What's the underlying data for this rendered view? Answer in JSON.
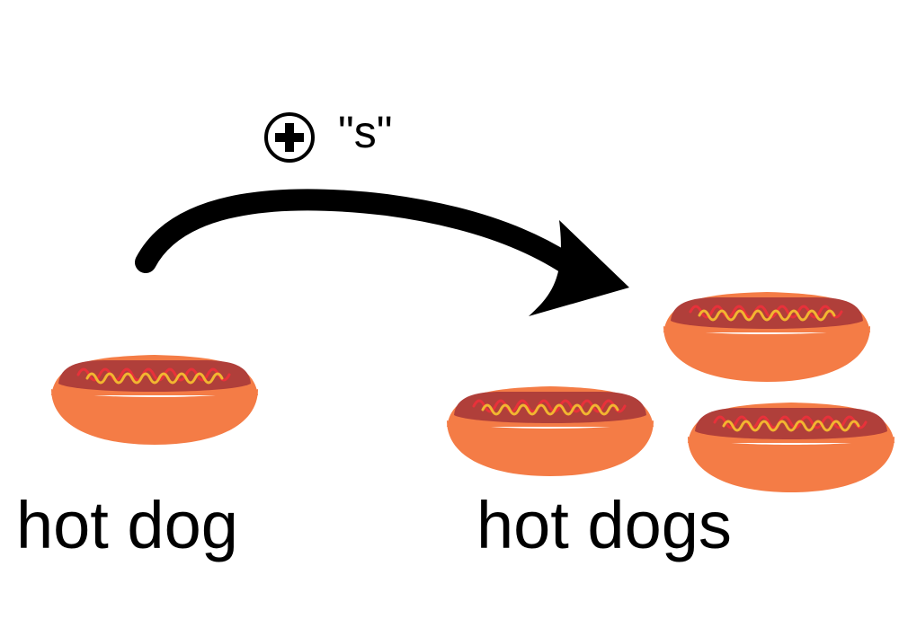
{
  "colors": {
    "bun": "#f47c46",
    "sausage": "#b03f3a",
    "ketchup": "#e8313a",
    "mustard": "#f2b630",
    "ink": "#000000"
  },
  "rule": {
    "icon": "plus-circle-icon",
    "suffix_text": "\"s\""
  },
  "singular": {
    "label": "hot dog",
    "count": 1
  },
  "plural": {
    "label": "hot dogs",
    "count": 3
  }
}
